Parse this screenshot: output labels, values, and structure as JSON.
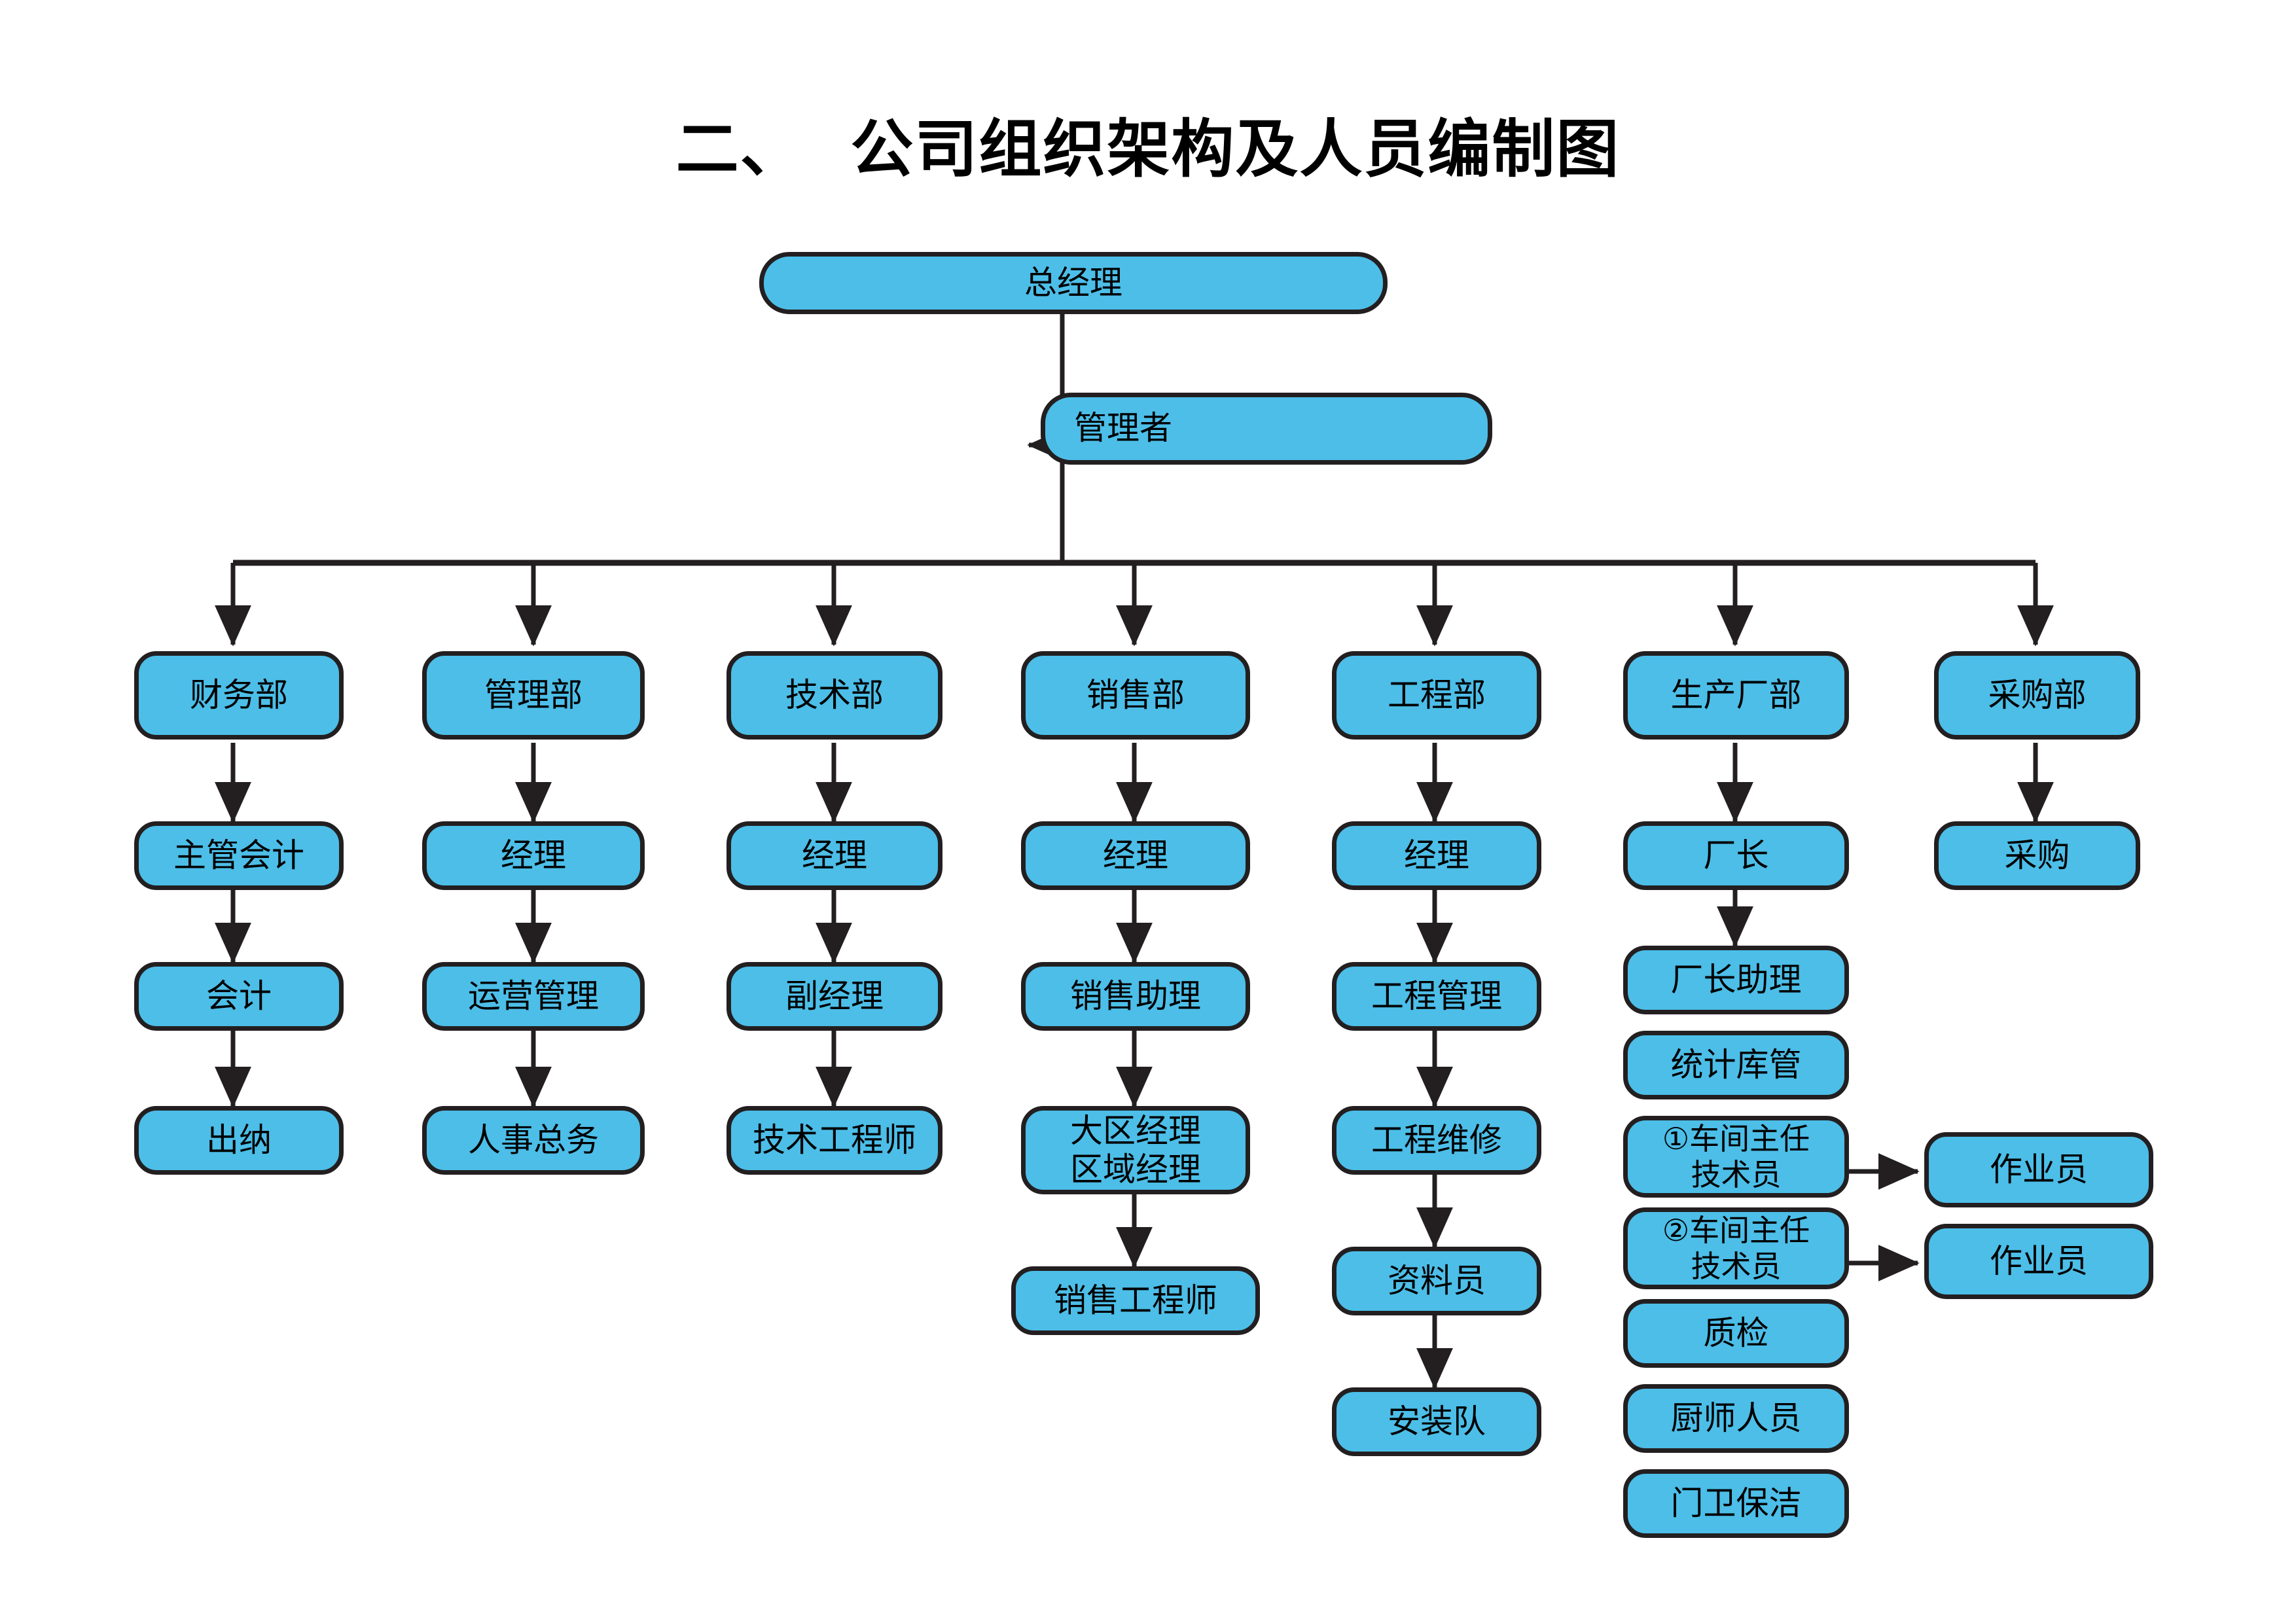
{
  "title": "二、  公司组织架构及人员编制图",
  "colors": {
    "node_fill": "#4CBEE8",
    "node_border": "#231f20",
    "connector": "#231f20",
    "text": "#000000",
    "background": "#ffffff"
  },
  "top": {
    "general_manager": "总经理",
    "manager": "管理者"
  },
  "departments": [
    {
      "name": "财务部",
      "chain": [
        "主管会计",
        "会计",
        "出纳"
      ]
    },
    {
      "name": "管理部",
      "chain": [
        "经理",
        "运营管理",
        "人事总务"
      ]
    },
    {
      "name": "技术部",
      "chain": [
        "经理",
        "副经理",
        "技术工程师"
      ]
    },
    {
      "name": "销售部",
      "chain": [
        "经理",
        "销售助理",
        "大区经理\n区域经理",
        "销售工程师"
      ]
    },
    {
      "name": "工程部",
      "chain": [
        "经理",
        "工程管理",
        "工程维修",
        "资料员",
        "安装队"
      ]
    },
    {
      "name": "生产厂部",
      "chain": [
        "厂长",
        "厂长助理",
        "统计库管",
        "①车间主任\n技术员",
        "②车间主任\n技术员",
        "质检",
        "厨师人员",
        "门卫保洁"
      ]
    },
    {
      "name": "采购部",
      "chain": [
        "采购"
      ]
    }
  ],
  "operators": [
    {
      "label": "作业员"
    },
    {
      "label": "作业员"
    }
  ]
}
